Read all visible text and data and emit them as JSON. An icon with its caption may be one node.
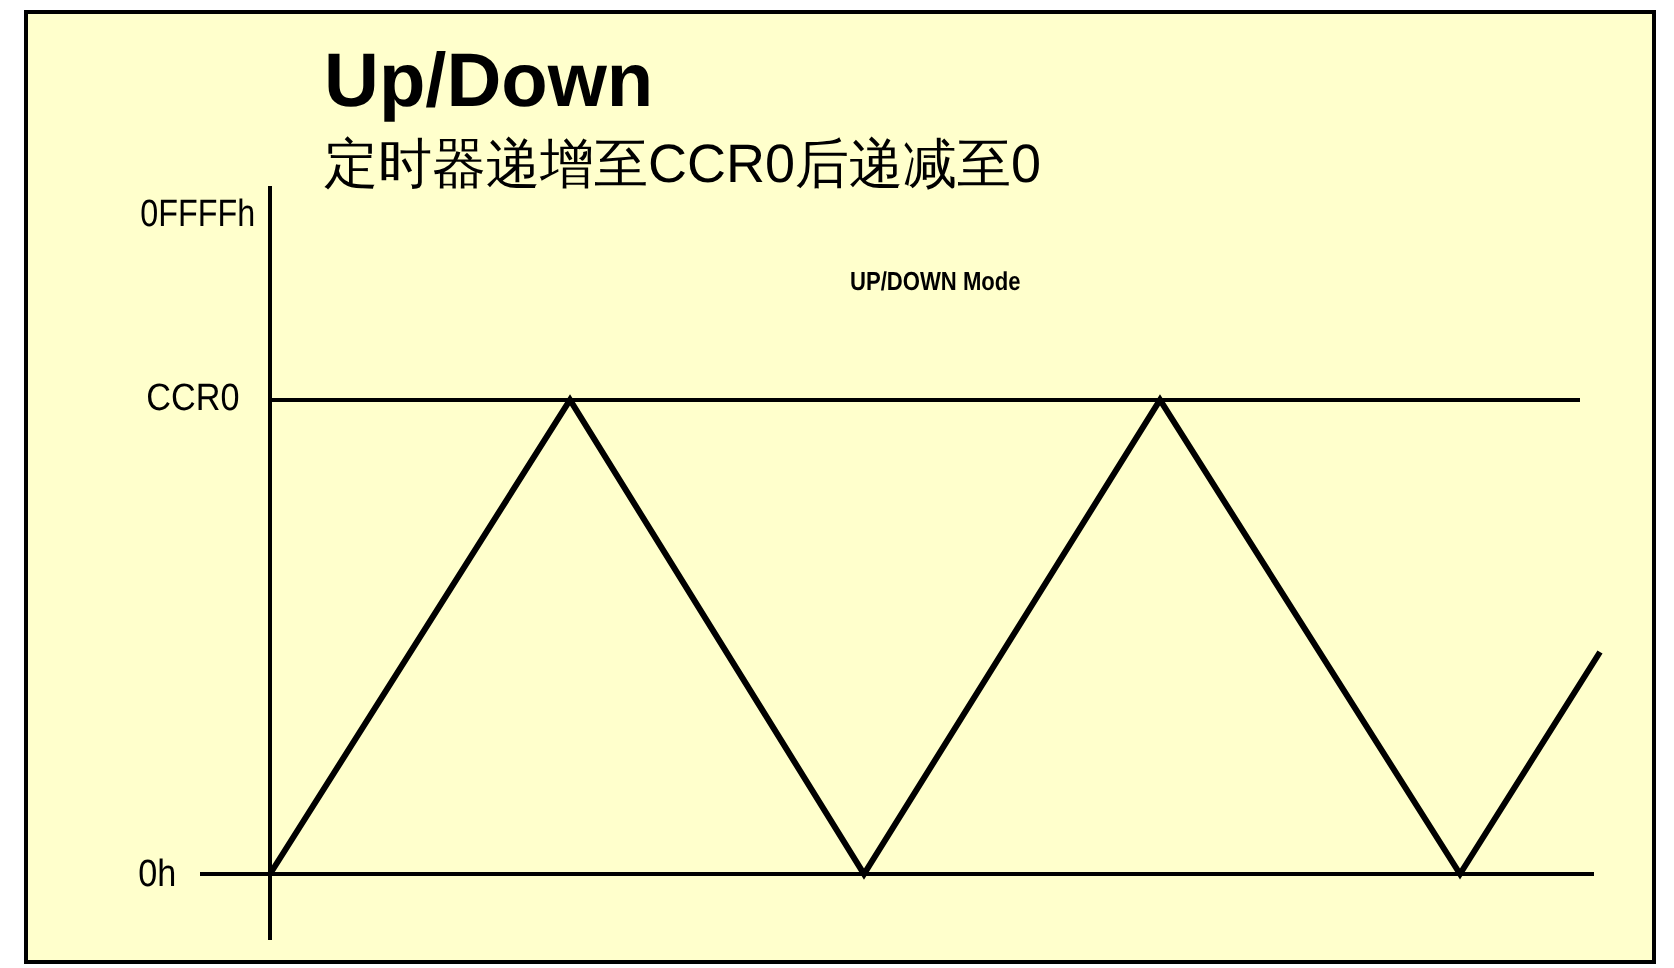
{
  "diagram": {
    "title": "Up/Down",
    "labels": [
      "定时器递增至CCR0后递减至0",
      "0FFFFh",
      "UP/DOWN Mode",
      "CCR0",
      "0h"
    ]
  }
}
